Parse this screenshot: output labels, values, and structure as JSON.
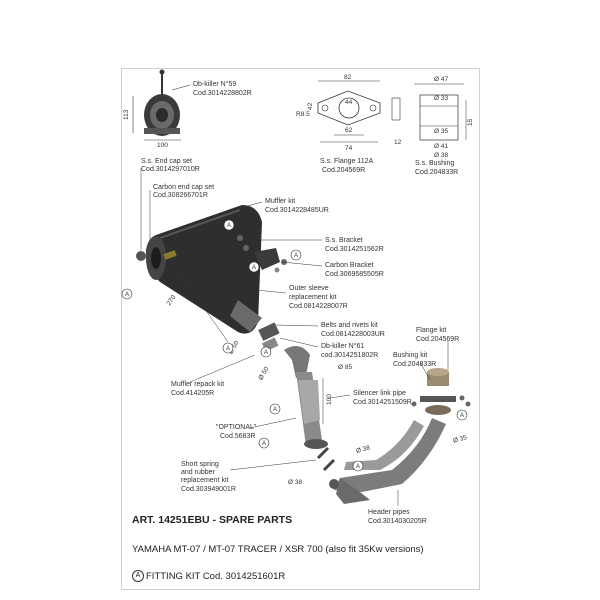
{
  "footer": {
    "art_title": "ART. 14251EBU - SPARE PARTS",
    "models": "YAMAHA MT-07 / MT-07 TRACER / XSR 700 (also fit 35Kw versions)",
    "fitting_marker": "A",
    "fitting_kit": "FITTING KIT Cod. 3014251601R"
  },
  "callouts": {
    "db_killer_top": [
      "Db-killer N°59",
      "Cod.3014228802R"
    ],
    "flange": [
      "S.s. Flange 112A",
      "Cod.204569R"
    ],
    "bushing": [
      "S.s. Bushing",
      "Cod.204833R"
    ],
    "ss_end_cap": [
      "S.s. End cap set",
      "Cod.3014297010R"
    ],
    "carbon_end_cap": [
      "Carbon end cap set",
      "Cod.308266701R"
    ],
    "muffler_kit": [
      "Muffler kit",
      "Cod.3014228485UR"
    ],
    "ss_bracket": [
      "S.s. Bracket",
      "Cod.3014251562R"
    ],
    "carbon_bracket": [
      "Carbon Bracket",
      "Cod.3069585505R"
    ],
    "outer_sleeve": [
      "Outer sleeve",
      "replacement kit",
      "Cod.0814228007R"
    ],
    "belts_rivets": [
      "Belts and rivets kit",
      "Cod.0814228003UR"
    ],
    "db_killer_mid": [
      "Db-killer N°61",
      "cod.3014251802R"
    ],
    "flange_kit": [
      "Flange kit",
      "Cod.204569R"
    ],
    "bushing_kit": [
      "Bushing kit",
      "Cod.204833R"
    ],
    "muffler_repack": [
      "Muffler repack kit",
      "Cod.414205R"
    ],
    "silencer_link": [
      "Silencer link pipe",
      "Cod.3014251509R"
    ],
    "optional": [
      "\"OPTIONAL\"",
      "Cod.5683R"
    ],
    "short_spring": [
      "Short spring",
      "and rubber",
      "replacement kit",
      "Cod.303949001R"
    ],
    "header_pipes": [
      "Header pipes",
      "Cod.3014030205R"
    ]
  },
  "dimensions": {
    "d113": "113",
    "d100": "100",
    "d82": "82",
    "d42": "42",
    "d74": "74",
    "d44": "44",
    "d62": "62",
    "d12": "12",
    "d85": "R8.5",
    "phi47": "Ø 47",
    "phi33": "Ø 33",
    "phi35": "Ø 35",
    "phi41": "Ø 41",
    "phi38": "Ø 38",
    "d15": "15",
    "d270": "270",
    "phi50a": "Ø 50",
    "phi50b": "Ø 50",
    "phi85": "Ø 85",
    "d100b": "100",
    "phi38b": "Ø 38",
    "phi38c": "Ø 38",
    "phi35b": "Ø 35"
  }
}
